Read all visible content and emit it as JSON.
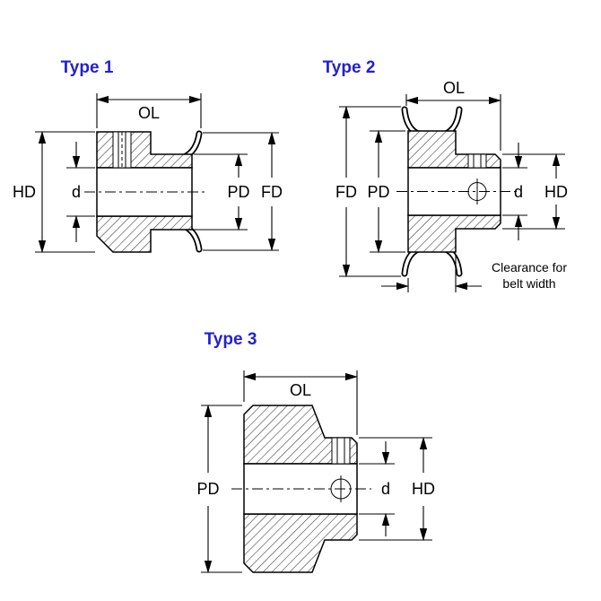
{
  "diagram": {
    "colors": {
      "title_blue": "#2222CC",
      "line": "#000000"
    },
    "type1": {
      "title": "Type 1",
      "labels": {
        "ol": "OL",
        "hd": "HD",
        "d": "d",
        "pd": "PD",
        "fd": "FD"
      }
    },
    "type2": {
      "title": "Type 2",
      "labels": {
        "ol": "OL",
        "fd": "FD",
        "pd": "PD",
        "d": "d",
        "hd": "HD"
      },
      "note": {
        "line1": "Clearance for",
        "line2": "belt width"
      }
    },
    "type3": {
      "title": "Type 3",
      "labels": {
        "ol": "OL",
        "pd": "PD",
        "d": "d",
        "hd": "HD"
      }
    }
  }
}
